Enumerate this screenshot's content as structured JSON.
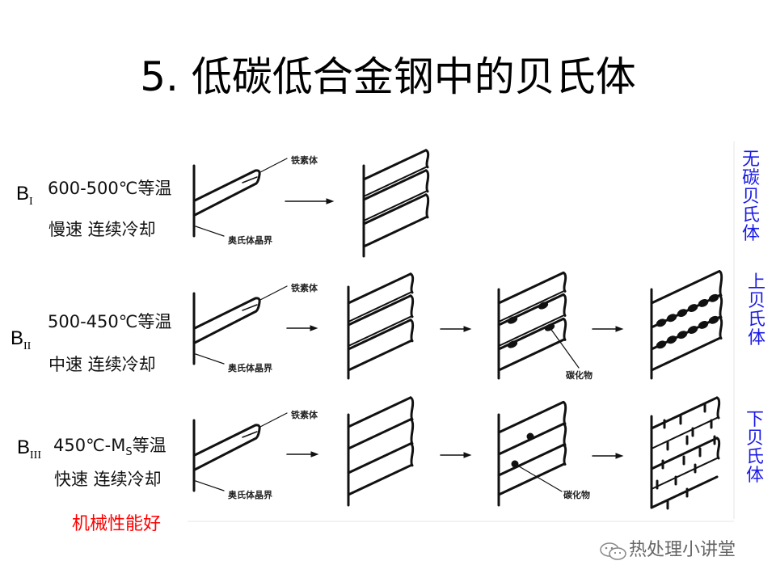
{
  "title": "5. 低碳低合金钢中的贝氏体",
  "rows": [
    {
      "b": "B",
      "sub": "I",
      "temp": "600-500℃等温",
      "cooling": "慢速 连续冷却",
      "type": "无碳贝氏体"
    },
    {
      "b": "B",
      "sub": "II",
      "temp": "500-450℃等温",
      "cooling": "中速 连续冷却",
      "type": "上贝氏体"
    },
    {
      "b": "B",
      "sub": "III",
      "temp_pre": "450℃-M",
      "temp_sub": "S",
      "temp_post": "等温",
      "cooling": "快速 连续冷却",
      "type": "下贝氏体"
    }
  ],
  "note": "机械性能好",
  "diagram_labels": {
    "ferrite": "铁素体",
    "austenite_boundary": "奥氏体晶界",
    "carbide": "碳化物"
  },
  "watermark": "热处理小讲堂",
  "colors": {
    "accent_blue": "#1a1ae6",
    "note_red": "#ff0000"
  }
}
